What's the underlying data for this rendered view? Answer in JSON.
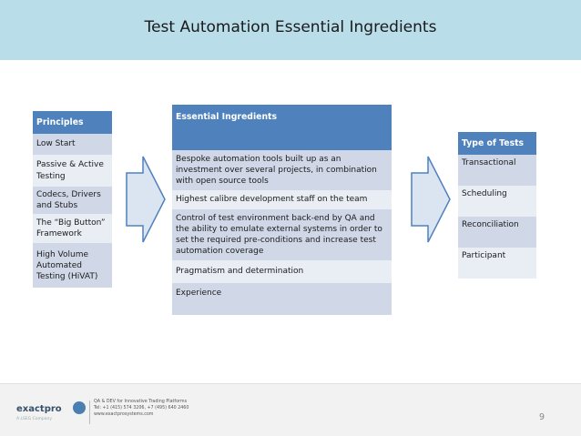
{
  "slide": {
    "title": "Test Automation Essential Ingredients",
    "page_number": "9"
  },
  "principles": {
    "header": "Principles",
    "items": [
      "Low Start",
      "Passive & Active Testing",
      "Codecs, Drivers and Stubs",
      "The “Big Button” Framework",
      "High Volume Automated Testing (HiVAT)"
    ]
  },
  "essentials": {
    "header": "Essential Ingredients",
    "items": [
      "Bespoke automation tools built up as an investment over several projects,  in combination with open source tools",
      "Highest calibre development staff on the team",
      "Control of test environment back-end by QA and the ability to emulate external systems in order to set the required pre-conditions and increase test automation coverage",
      "Pragmatism and determination",
      "Experience"
    ]
  },
  "tests": {
    "header": "Type of Tests",
    "items": [
      "Transactional",
      "Scheduling",
      "Reconciliation",
      "Participant"
    ]
  },
  "footer": {
    "logo_text": "exactpro",
    "logo_tagline": "A LSEG Company",
    "contact_lines": [
      "QA & DEV for Innovative Trading Platforms",
      "Tel: +1 (415) 574 3206, +7 (495) 640 2460",
      "www.exactprosystems.com"
    ]
  },
  "colors": {
    "title_band": "#b9dde9",
    "header_fill": "#4f81bd",
    "row_dark": "#d0d8e8",
    "row_light": "#e9edf4",
    "arrow_fill": "#dbe5f1",
    "arrow_stroke": "#4f81bd"
  }
}
